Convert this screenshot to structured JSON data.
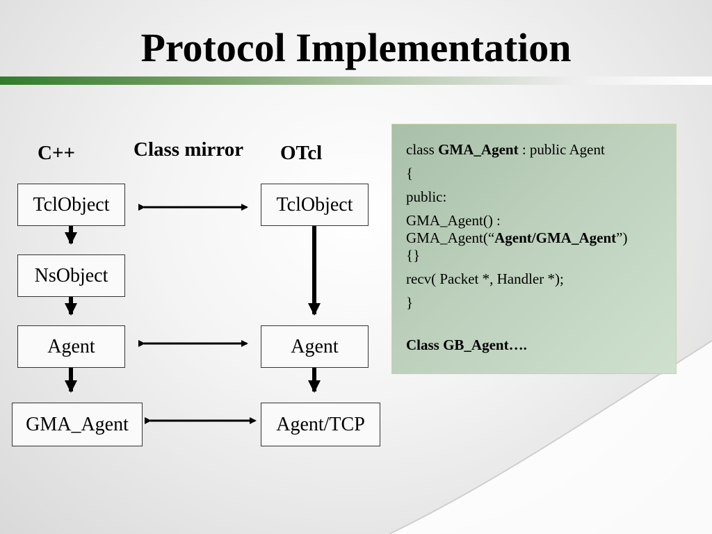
{
  "title": "Protocol Implementation",
  "labels": {
    "cpp": "C++",
    "mirror": "Class mirror",
    "otcl": "OTcl"
  },
  "cpp_boxes": [
    "TclObject",
    "NsObject",
    "Agent",
    "GMA_Agent"
  ],
  "otcl_boxes": [
    "TclObject",
    "Agent",
    "Agent/TCP"
  ],
  "code": {
    "l1_pre": "class ",
    "l1_bold": "GMA_Agent",
    "l1_post": " : public Agent",
    "l2": "{",
    "l3": "public:",
    "l4": "GMA_Agent() :",
    "l5_pre": "GMA_Agent(“",
    "l5_bold": "Agent/GMA_Agent",
    "l5_post": "”)",
    "l6": "{}",
    "l7": "recv( Packet *, Handler *);",
    "l8": "}",
    "l9": "Class GB_Agent…."
  },
  "colors": {
    "title_bar_start": "#2f7d2a",
    "panel_bg": "#bcd0bc"
  }
}
